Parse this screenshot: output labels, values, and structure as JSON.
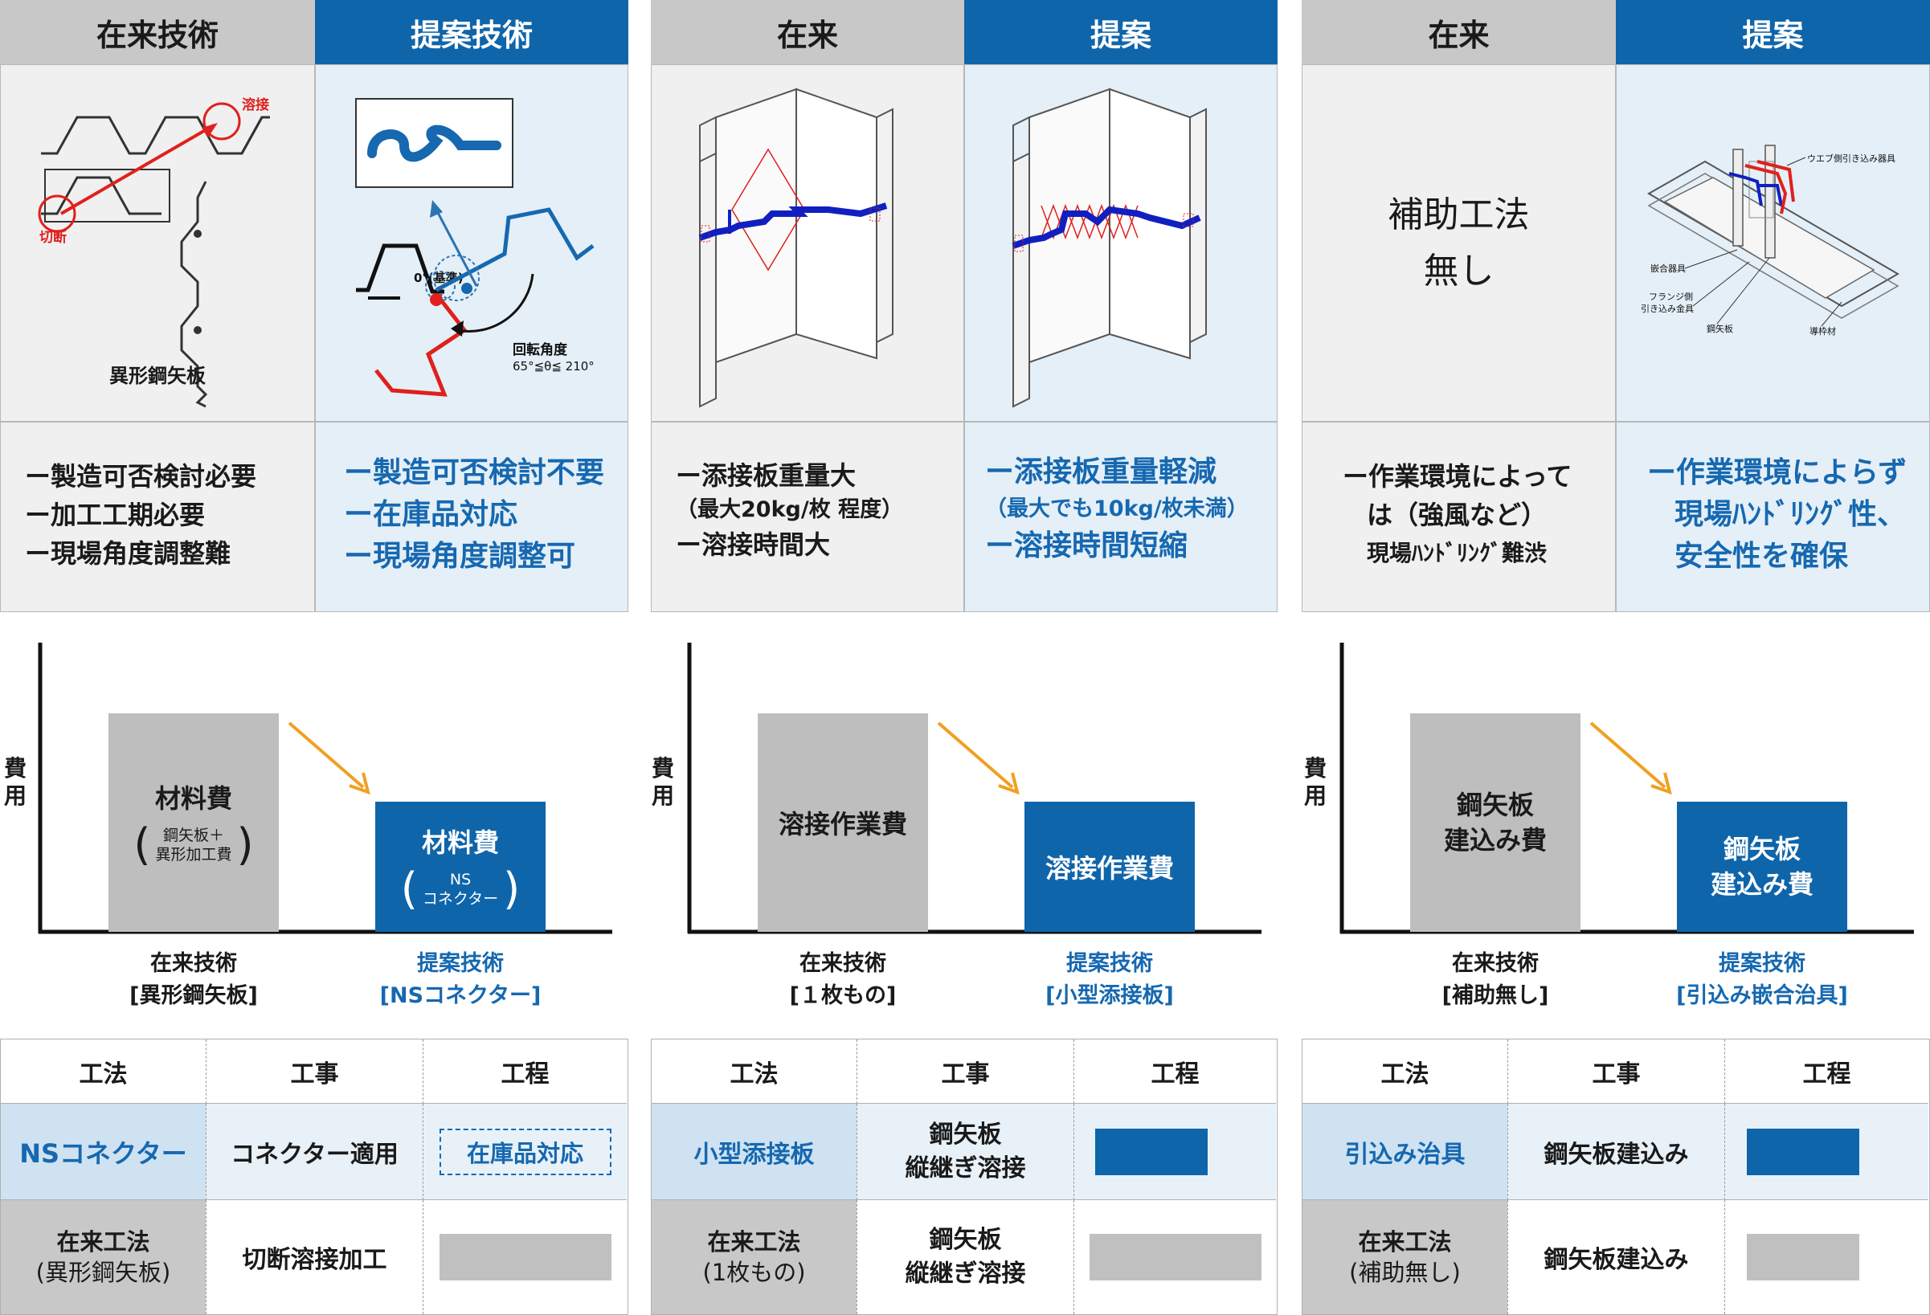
{
  "colors": {
    "blue": "#0f65aa",
    "grey": "#c8c8c8",
    "light_blue": "#e4eff7",
    "arrow_orange": "#f0a020",
    "accent_red": "#e0201c"
  },
  "panels": [
    {
      "header_old": "在来技術",
      "header_new": "提案技術",
      "illus_caption": "異形鋼矢板",
      "illus_labels": {
        "weld": "溶接",
        "cut": "切断",
        "reference": "0°(基準)",
        "rotation": "回転角度",
        "rotation_range": "65°≦θ≦ 210°"
      },
      "list_old": [
        "ー製造可否検討必要",
        "ー加工工期必要",
        "ー現場角度調整難"
      ],
      "list_new": [
        "ー製造可否検討不要",
        "ー在庫品対応",
        "ー現場角度調整可"
      ],
      "chart": {
        "y_label": "費用",
        "bar_old": {
          "title": "材料費",
          "detail_1": "鋼矢板＋",
          "detail_2": "異形加工費"
        },
        "bar_new": {
          "title": "材料費",
          "detail_1": "NS",
          "detail_2": "コネクター"
        },
        "x_old": [
          "在来技術",
          "[異形鋼矢板]"
        ],
        "x_new": [
          "提案技術",
          "[NSコネクター]"
        ]
      },
      "table": {
        "headers": [
          "工法",
          "工事",
          "工程"
        ],
        "row_new": {
          "method": "NSコネクター",
          "work": "コネクター適用",
          "process_label": "在庫品対応"
        },
        "row_old": {
          "method_1": "在来工法",
          "method_2": "(異形鋼矢板)",
          "work": "切断溶接加工"
        }
      }
    },
    {
      "header_old": "在来",
      "header_new": "提案",
      "list_old": [
        "ー添接板重量大",
        "（最大20kg/枚 程度）",
        "ー溶接時間大"
      ],
      "list_new": [
        "ー添接板重量軽減",
        "（最大でも10kg/枚未満）",
        "ー溶接時間短縮"
      ],
      "chart": {
        "y_label": "費用",
        "bar_old": {
          "title": "溶接作業費"
        },
        "bar_new": {
          "title": "溶接作業費"
        },
        "x_old": [
          "在来技術",
          "[１枚もの]"
        ],
        "x_new": [
          "提案技術",
          "[小型添接板]"
        ]
      },
      "table": {
        "headers": [
          "工法",
          "工事",
          "工程"
        ],
        "row_new": {
          "method": "小型添接板",
          "work_1": "鋼矢板",
          "work_2": "縦継ぎ溶接"
        },
        "row_old": {
          "method_1": "在来工法",
          "method_2": "(1枚もの)",
          "work_1": "鋼矢板",
          "work_2": "縦継ぎ溶接"
        }
      }
    },
    {
      "header_old": "在来",
      "header_new": "提案",
      "illus_old_text": [
        "補助工法",
        "無し"
      ],
      "illus_labels": {
        "web": "ウエブ側引き込み器具",
        "fitting": "嵌合器具",
        "flange_1": "フランジ側",
        "flange_2": "引き込み金具",
        "sheet": "鋼矢板",
        "guide": "導枠材"
      },
      "list_old": [
        "ー作業環境によって",
        "は（強風など）",
        "現場ﾊﾝﾄﾞﾘﾝｸﾞ難渋"
      ],
      "list_new": [
        "ー作業環境によらず",
        "現場ﾊﾝﾄﾞﾘﾝｸﾞ性、",
        "安全性を確保"
      ],
      "chart": {
        "y_label": "費用",
        "bar_old": {
          "title_1": "鋼矢板",
          "title_2": "建込み費"
        },
        "bar_new": {
          "title_1": "鋼矢板",
          "title_2": "建込み費"
        },
        "x_old": [
          "在来技術",
          "[補助無し]"
        ],
        "x_new": [
          "提案技術",
          "[引込み嵌合治具]"
        ]
      },
      "table": {
        "headers": [
          "工法",
          "工事",
          "工程"
        ],
        "row_new": {
          "method": "引込み治具",
          "work": "鋼矢板建込み"
        },
        "row_old": {
          "method_1": "在来工法",
          "method_2": "(補助無し)",
          "work": "鋼矢板建込み"
        }
      }
    }
  ]
}
